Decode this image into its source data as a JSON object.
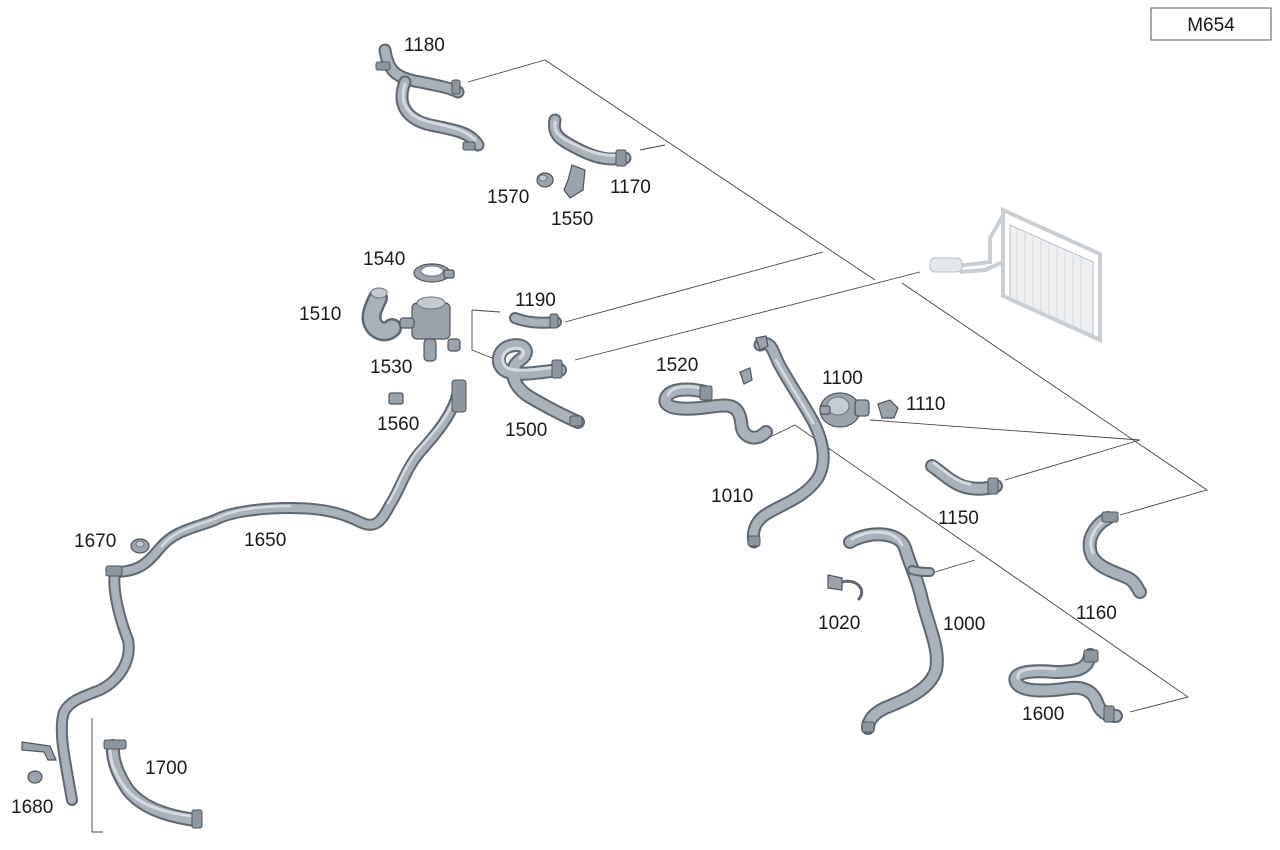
{
  "badge": "M654",
  "labels": {
    "p1180": "1180",
    "p1170": "1170",
    "p1570": "1570",
    "p1550": "1550",
    "p1540": "1540",
    "p1510": "1510",
    "p1530": "1530",
    "p1190": "1190",
    "p1560": "1560",
    "p1500": "1500",
    "p1520": "1520",
    "p1100": "1100",
    "p1110": "1110",
    "p1010": "1010",
    "p1150": "1150",
    "p1670": "1670",
    "p1650": "1650",
    "p1160": "1160",
    "p1020": "1020",
    "p1000": "1000",
    "p1600": "1600",
    "p1700": "1700",
    "p1680": "1680"
  },
  "colors": {
    "hose_dark": "#5f6770",
    "hose_mid": "#a9b1ba",
    "hose_light": "#d5dbe1",
    "leader": "#444444",
    "text": "#1a1a1a"
  }
}
